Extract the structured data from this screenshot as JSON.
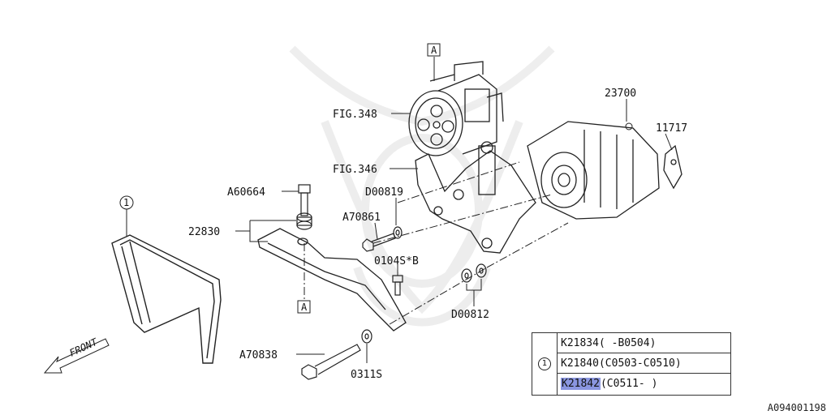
{
  "diagram": {
    "labels": {
      "ref_1": "1",
      "fig_348": "FIG.348",
      "fig_346": "FIG.346",
      "p23700": "23700",
      "p11717": "11717",
      "pA60664": "A60664",
      "pD00819": "D00819",
      "pA70861": "A70861",
      "p22830": "22830",
      "p0104S_B": "0104S*B",
      "pD00812": "D00812",
      "pA70838": "A70838",
      "p0311S": "0311S",
      "marker_a_top": "A",
      "marker_a_bottom": "A",
      "front": "FRONT"
    }
  },
  "parts_table": {
    "ref": "1",
    "rows": [
      {
        "part": "K21834",
        "range": "( -B0504)"
      },
      {
        "part": "K21840",
        "range": "(C0503-C0510)"
      },
      {
        "part": "K21842",
        "range": "(C0511- )",
        "highlighted": true
      }
    ],
    "highlight_color": "#8a96e0"
  },
  "footer_code": "A094001198"
}
